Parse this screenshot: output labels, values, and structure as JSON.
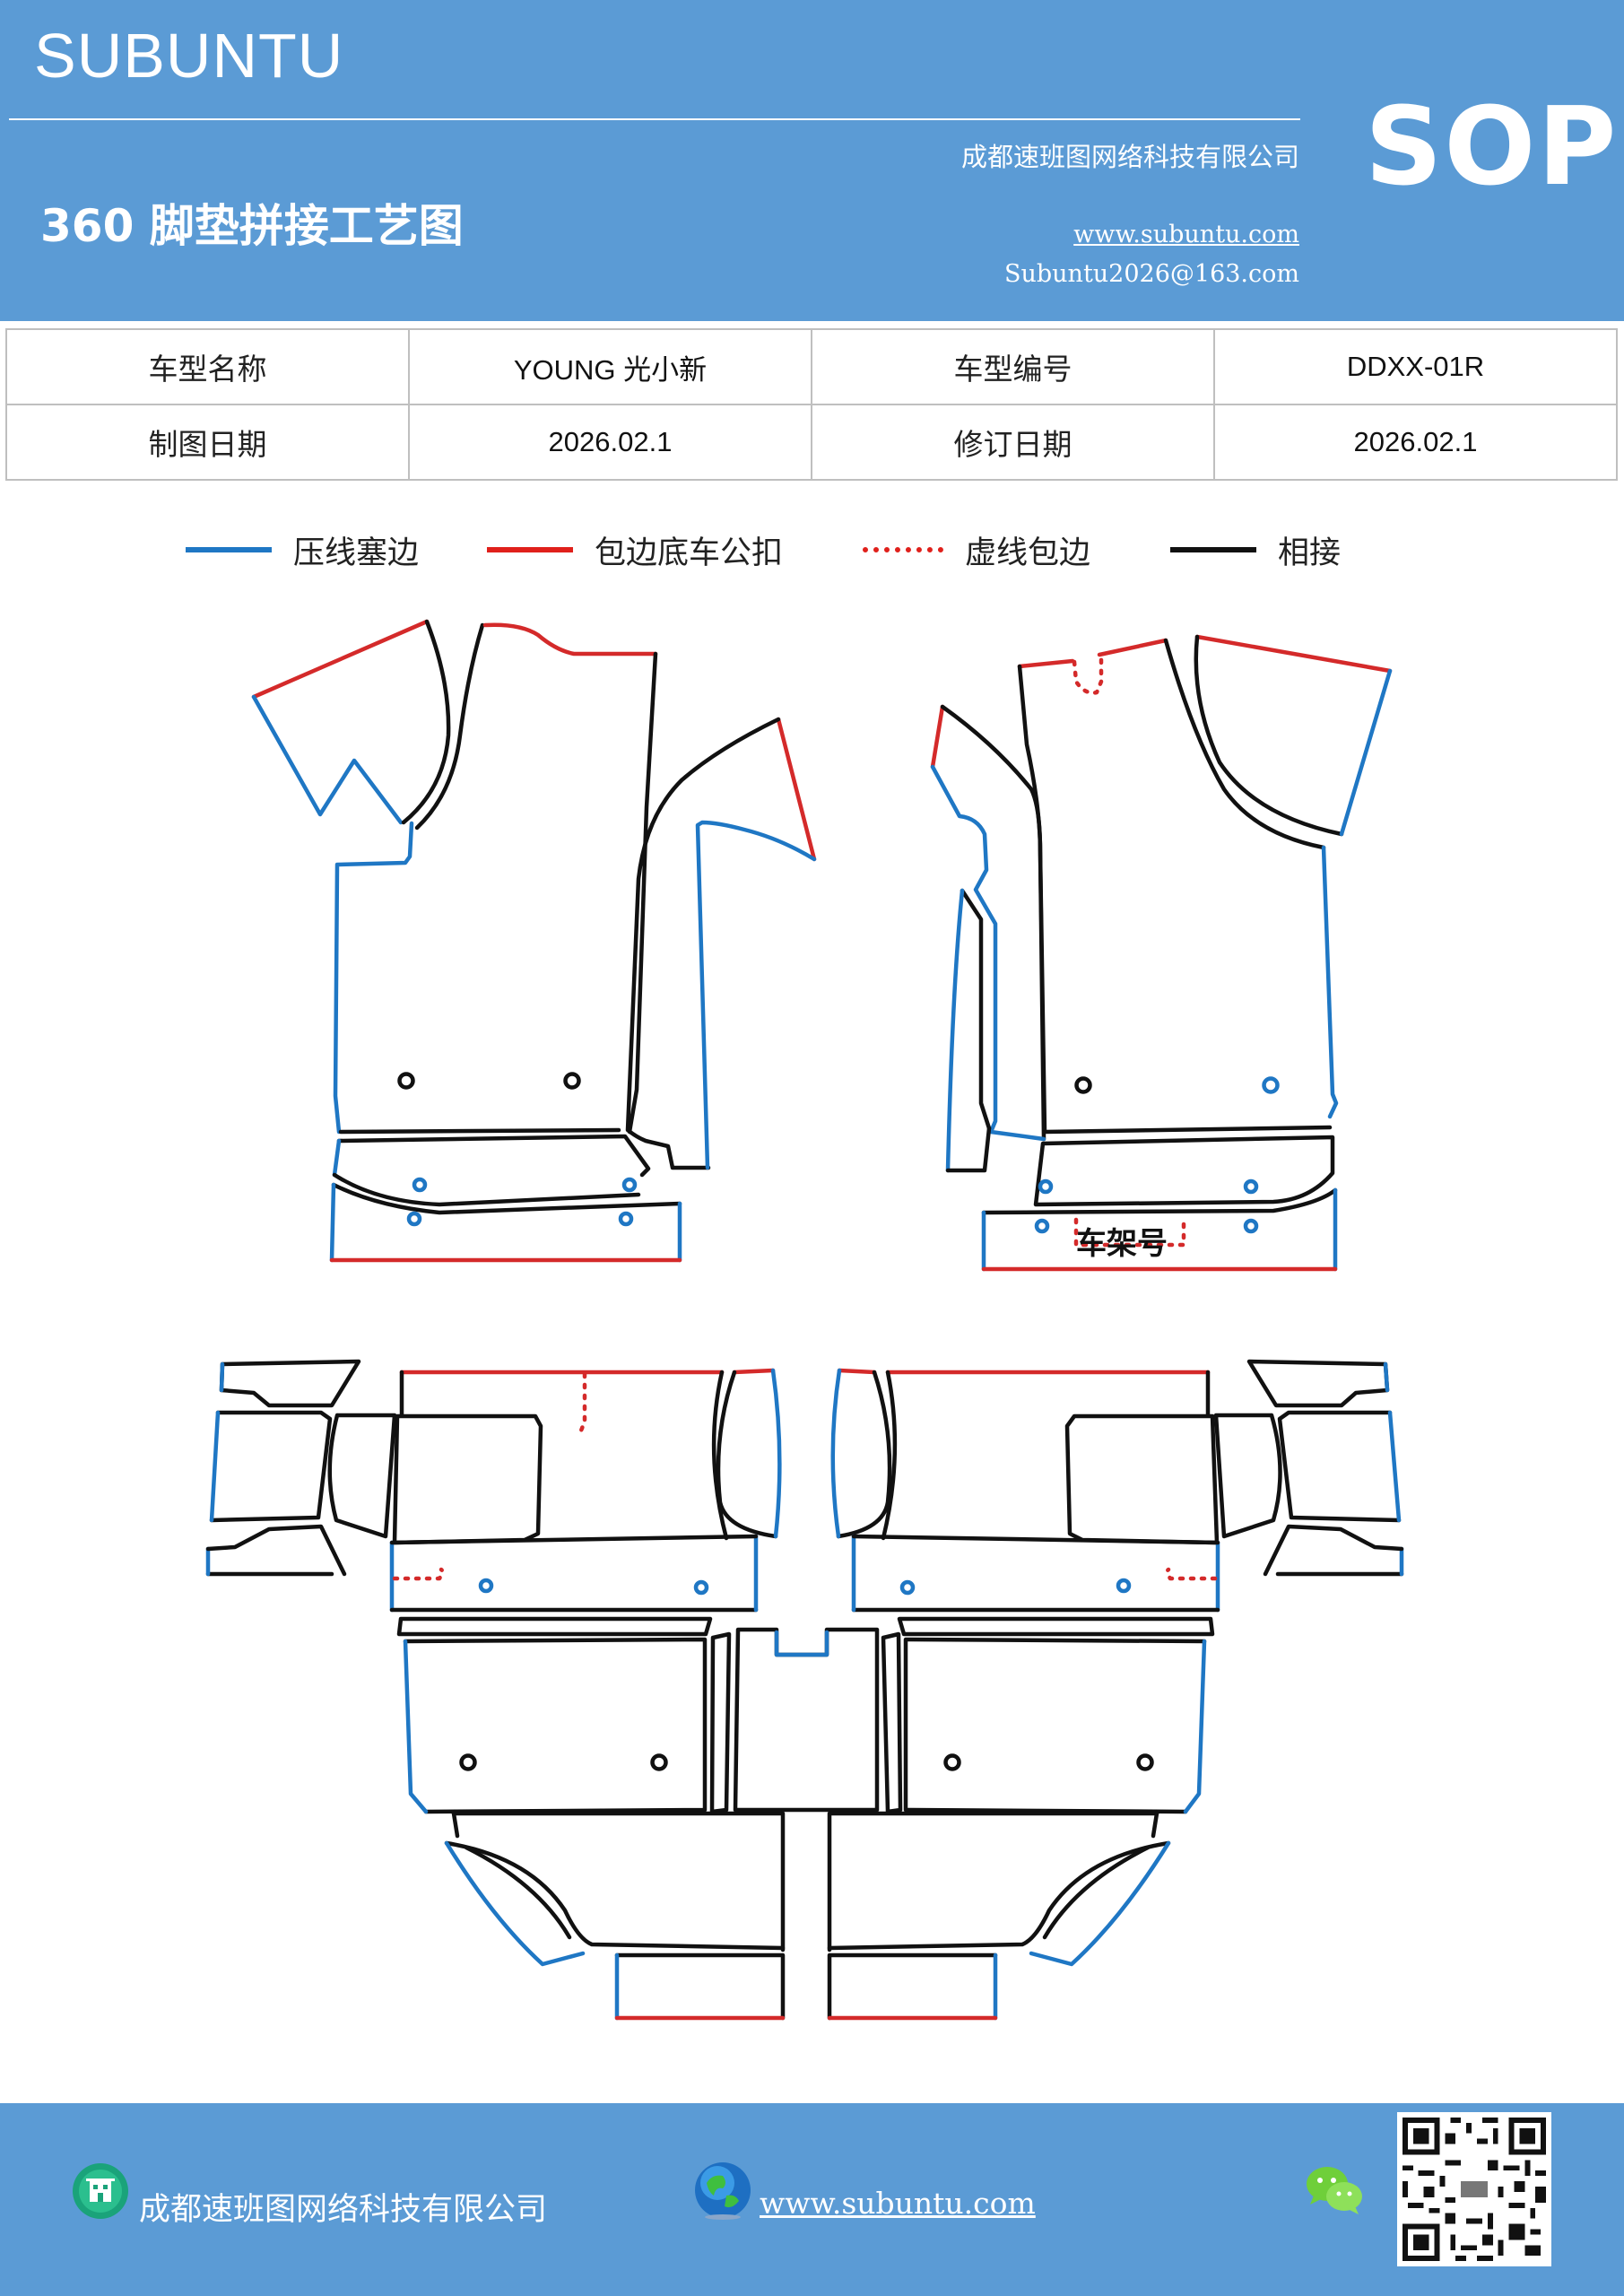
{
  "header": {
    "brand": "SUBUNTU",
    "company": "成都速班图网络科技有限公司",
    "badge": "SOP",
    "title": "360 脚垫拼接工艺图",
    "website": "www.subuntu.com",
    "email": "Subuntu2026@163.com"
  },
  "info_table": {
    "rows": [
      {
        "label1": "车型名称",
        "value1": "YOUNG 光小新",
        "label2": "车型编号",
        "value2": "DDXX-01R"
      },
      {
        "label1": "制图日期",
        "value1": "2026.02.1",
        "label2": "修订日期",
        "value2": "2026.02.1"
      }
    ]
  },
  "legend": {
    "items": [
      {
        "label": "压线塞边",
        "color": "#1f77c4",
        "style": "solid"
      },
      {
        "label": "包边底车公扣",
        "color": "#e0201b",
        "style": "solid"
      },
      {
        "label": "虚线包边",
        "color": "#e0201b",
        "style": "dotted"
      },
      {
        "label": "相接",
        "color": "#111111",
        "style": "solid"
      }
    ]
  },
  "diagram": {
    "frame_number_label": "车架号",
    "colors": {
      "press_line": "#1f77c4",
      "binding": "#d42a2a",
      "joint": "#111111"
    }
  },
  "footer": {
    "company": "成都速班图网络科技有限公司",
    "website": "www.subuntu.com"
  },
  "icons": [
    "building-icon",
    "globe-icon",
    "wechat-icon",
    "qr-code"
  ]
}
